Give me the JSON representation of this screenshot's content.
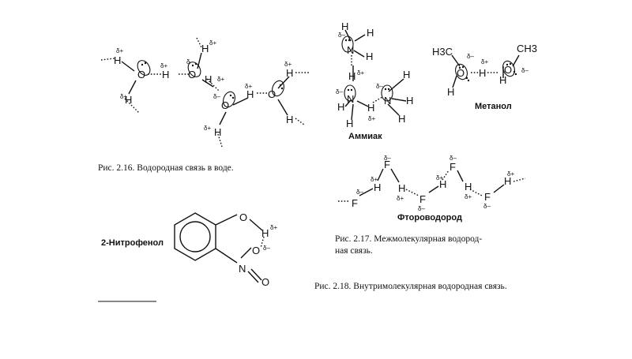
{
  "figures": {
    "water": {
      "caption": "Рис. 2.16. Водородная связь в воде.",
      "atoms": {
        "O": "O",
        "H": "H"
      },
      "delta_plus": "δ+",
      "delta_minus": "δ–"
    },
    "ammonia": {
      "label": "Аммиак",
      "atoms": {
        "N": "N",
        "H": "H"
      },
      "delta_plus": "δ+",
      "delta_minus": "δ–"
    },
    "methanol": {
      "label": "Метанол",
      "atoms": {
        "O": "O",
        "H": "H",
        "CH3": "H3C",
        "CH3b": "CH3"
      },
      "delta_plus": "δ+",
      "delta_minus": "δ–"
    },
    "hf": {
      "label": "Фтороводород",
      "atoms": {
        "F": "F",
        "H": "H"
      },
      "delta_plus": "δ+",
      "delta_minus": "δ–"
    },
    "nitrophenol": {
      "label": "2-Нитрофенол",
      "atoms": {
        "O": "O",
        "H": "H",
        "N": "N"
      },
      "delta_plus": "δ+",
      "delta_minus": "δ–"
    },
    "caption_217_line1": "Рис. 2.17. Межмолекулярная водород-",
    "caption_217_line2": "ная связь.",
    "caption_218": "Рис. 2.18. Внутримолекулярная водородная связь."
  }
}
